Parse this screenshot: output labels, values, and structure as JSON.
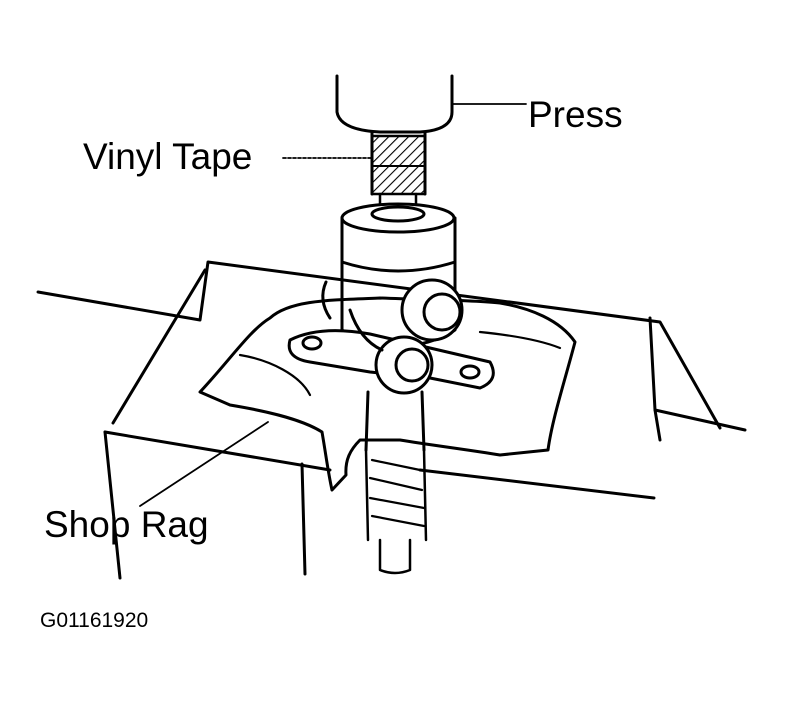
{
  "labels": {
    "press": "Press",
    "vinyl_tape": "Vinyl Tape",
    "shop_rag": "Shop Rag"
  },
  "figure_id": "G01161920",
  "colors": {
    "ink": "#000000",
    "paper": "#ffffff"
  }
}
